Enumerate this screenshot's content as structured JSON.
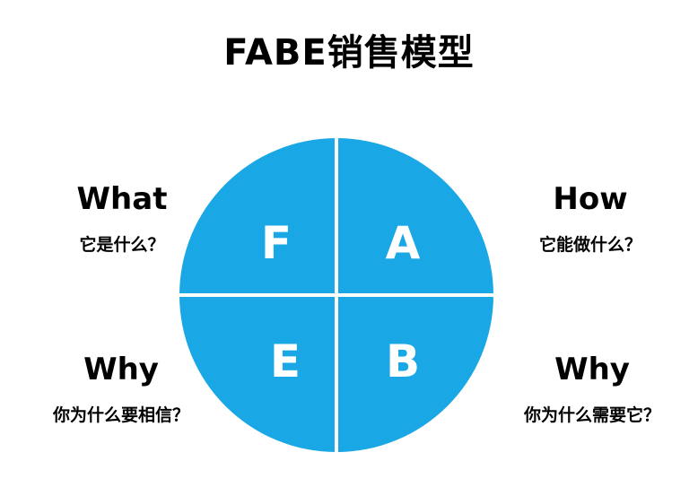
{
  "title": "FABE销售模型",
  "colors": {
    "circle_fill": "#1AA7E6",
    "divider": "#ffffff",
    "letter": "#ffffff"
  },
  "quadrants": {
    "top_left": "F",
    "top_right": "A",
    "bottom_left": "E",
    "bottom_right": "B"
  },
  "labels": {
    "what": {
      "heading": "What",
      "sub": "它是什么？"
    },
    "how": {
      "heading": "How",
      "sub": "它能做什么？"
    },
    "why_left": {
      "heading": "Why",
      "sub": "你为什么要相信？"
    },
    "why_right": {
      "heading": "Why",
      "sub": "你为什么需要它？"
    }
  }
}
